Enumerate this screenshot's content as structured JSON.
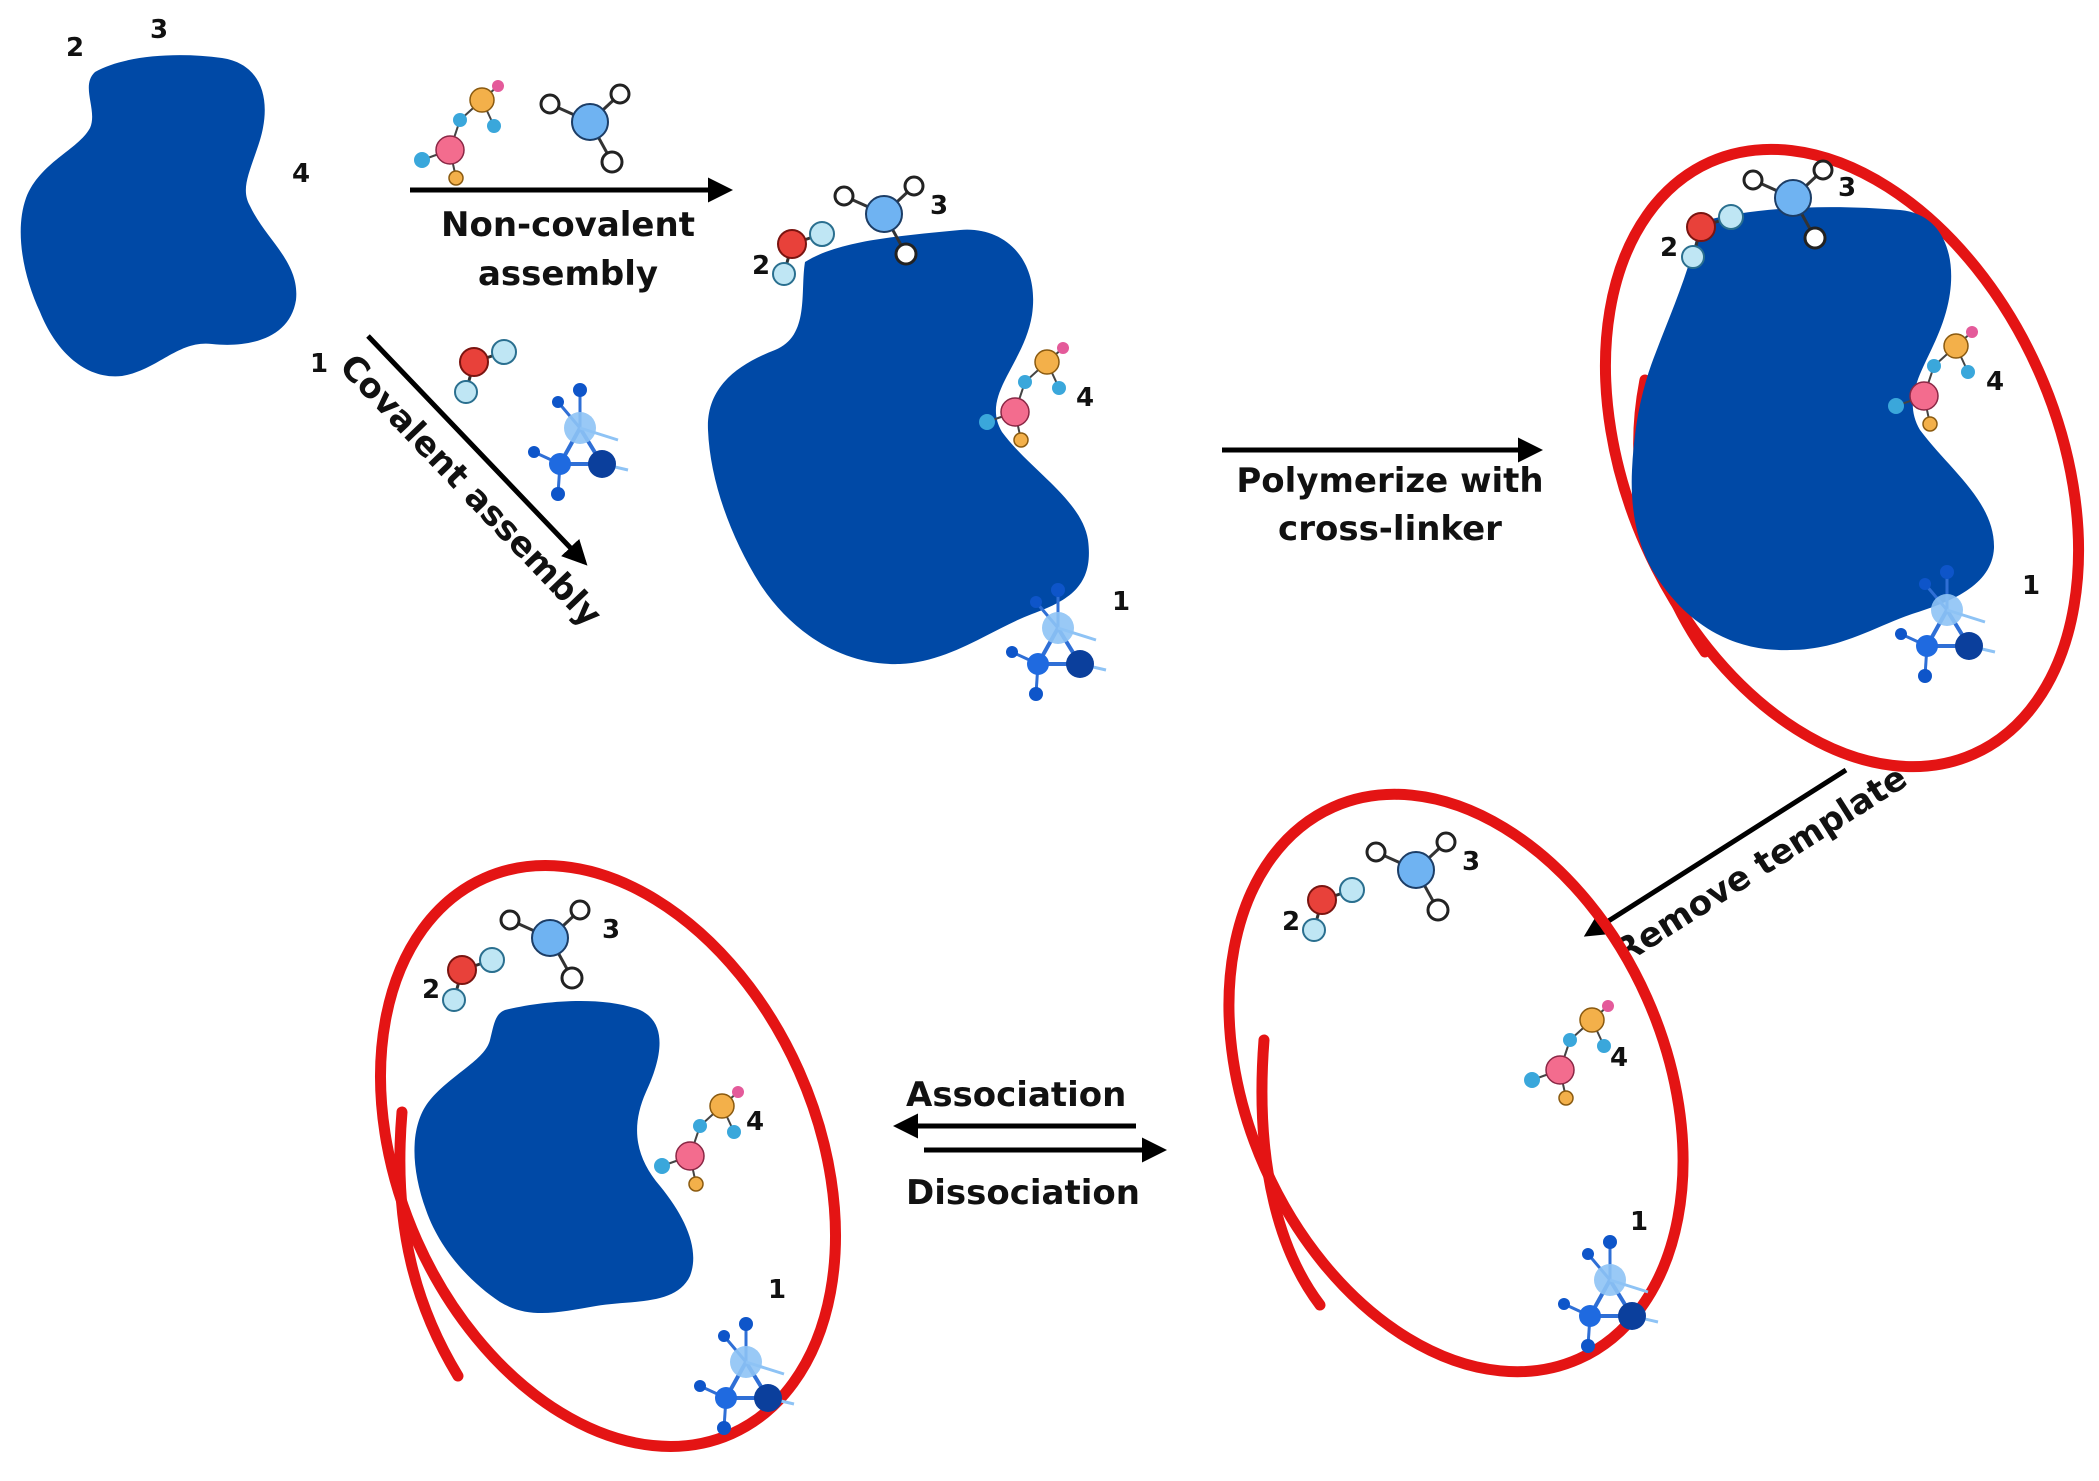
{
  "steps": {
    "non_covalent": [
      "Non-covalent",
      "assembly"
    ],
    "covalent": "Covalent assembly",
    "polymerize": [
      "Polymerize with",
      "cross-linker"
    ],
    "remove_template": "Remove template",
    "association": "Association",
    "dissociation": "Dissociation"
  },
  "site_numbers": [
    "1",
    "2",
    "3",
    "4"
  ],
  "colors": {
    "template": "#0049A6",
    "polymer": "#E41414",
    "arrow": "#000000",
    "monomer_red": "#E8413A",
    "monomer_light_blue": "#9ED3EA",
    "monomer_mid_blue": "#5AA9EE",
    "monomer_orange": "#F3B04A",
    "monomer_pink": "#F36C8E",
    "monomer_dark_blue": "#0E55C9"
  },
  "icons": [
    "template-blob-icon",
    "polymer-cavity-icon",
    "monomer-icon",
    "arrow-icon"
  ]
}
